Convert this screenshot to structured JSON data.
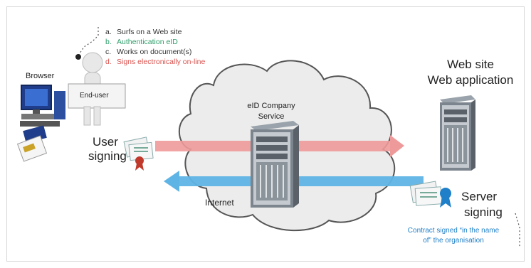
{
  "steps": [
    {
      "marker": "a.",
      "text": "Surfs on a Web site",
      "color": "#333333"
    },
    {
      "marker": "b.",
      "text": "Authentication eID",
      "color": "#2f9e6a"
    },
    {
      "marker": "c.",
      "text": "Works on document(s)",
      "color": "#333333"
    },
    {
      "marker": "d.",
      "text": "Signs electronically on-line",
      "color": "#d9534f"
    }
  ],
  "browser_label": "Browser",
  "end_user_label": "End-user",
  "user_signing": {
    "line1": "User",
    "line2": "signing"
  },
  "cloud_service": {
    "line1": "eID Company",
    "line2": "Service"
  },
  "internet_label": "Internet",
  "website": {
    "line1": "Web site",
    "line2": "Web application"
  },
  "server_signing": {
    "line1": "Server",
    "line2": "signing"
  },
  "contract_note": {
    "line1": "Contract signed “in the name",
    "line2": "of” the organisation",
    "color": "#1f7fc8"
  },
  "colors": {
    "arrow_right": "#ef9a9a",
    "arrow_left": "#5fb4e6",
    "cloud_fill": "#ececec",
    "cloud_stroke": "#555555"
  },
  "icons": [
    "computer-icon",
    "card-reader-icon",
    "stick-figure-icon",
    "server-icon",
    "certificate-icon",
    "seal-icon"
  ]
}
